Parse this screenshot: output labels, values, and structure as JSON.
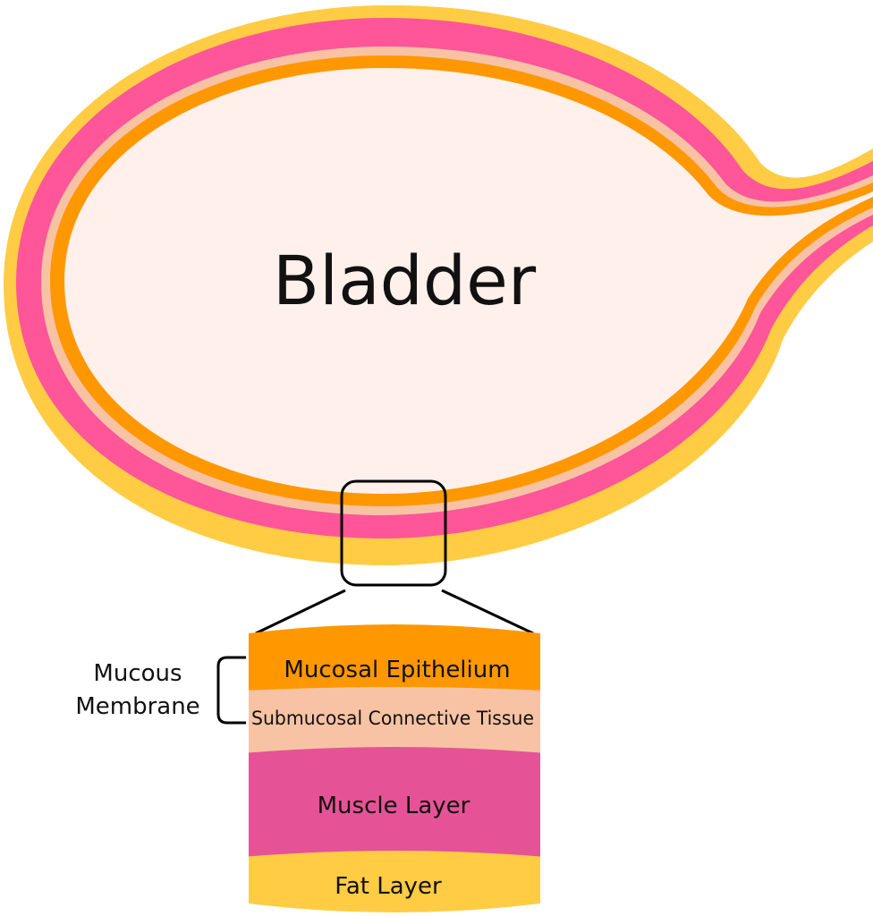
{
  "title": "Bladder",
  "layers": [
    {
      "label": "Mucosal Epithelium",
      "color": "#FF9800"
    },
    {
      "label": "Submucosal  Connective Tissue",
      "color": "#F7C3A4"
    },
    {
      "label": "Muscle Layer",
      "color": "#E55396"
    },
    {
      "label": "Fat Layer",
      "color": "#FFCC44"
    }
  ],
  "bracket_label": {
    "line1": "Mucous",
    "line2": "Membrane"
  },
  "colors": {
    "lumen": "#FFF0EB",
    "fat": "#FFCC44",
    "muscle": "#FF5599",
    "submucosa": "#F7C3A4",
    "epithelium": "#FF9800"
  }
}
